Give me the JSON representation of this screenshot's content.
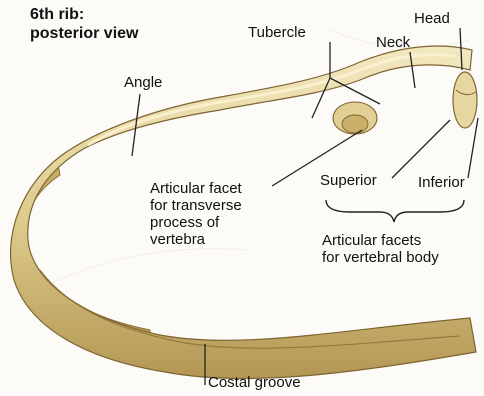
{
  "title": {
    "line1": "6th rib:",
    "line2": "posterior view"
  },
  "labels": {
    "head": "Head",
    "tubercle": "Tubercle",
    "neck": "Neck",
    "angle": "Angle",
    "facet_transverse": [
      "Articular facet",
      "for transverse",
      "process of",
      "vertebra"
    ],
    "superior": "Superior",
    "inferior": "Inferior",
    "facets_vertebral": [
      "Articular facets",
      "for vertebral body"
    ],
    "costal_groove": "Costal groove"
  },
  "colors": {
    "bone_light": "#efe3b4",
    "bone_mid": "#d9c582",
    "bone_dark": "#a88b45",
    "leader": "#222222"
  }
}
